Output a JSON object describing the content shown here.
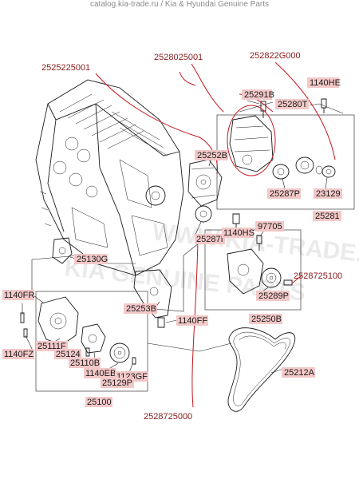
{
  "header": {
    "text": "catalog.kia-trade.ru / Kia & Hyundai Genuine Parts"
  },
  "watermark": {
    "line1": "WWW.KIA-TRADE.RU",
    "line2": "KIA GENUINE PARTS"
  },
  "red_labels": {
    "r1": "2525225001",
    "r2": "2528025001",
    "r3": "252822G000",
    "r4": "2528725100",
    "r5": "2528725000"
  },
  "part_labels": {
    "p25291B": "25291B",
    "p1140HE": "1140HE",
    "p25280T": "25280T",
    "p25252B": "25252B",
    "p25287P": "25287P",
    "p23129": "23129",
    "p25281": "25281",
    "p25287I": "25287I",
    "p1140HS": "1140HS",
    "p97705": "97705",
    "p25130G": "25130G",
    "p1140FR": "1140FR",
    "p25253B": "25253B",
    "p1140FF": "1140FF",
    "p25289P": "25289P",
    "p25250B": "25250B",
    "p25111F": "25111F",
    "p1140FZ": "1140FZ",
    "p25124": "25124",
    "p25110B": "25110B",
    "p1140EB": "1140EB",
    "p1123GF": "1123GF",
    "p25129P": "25129P",
    "p25212A": "25212A",
    "p25100": "25100"
  },
  "colors": {
    "label_bg": "#f3c8c8",
    "red_line": "#c4161c",
    "red_text": "#8b1a1a",
    "ink": "#1a1a1a"
  }
}
